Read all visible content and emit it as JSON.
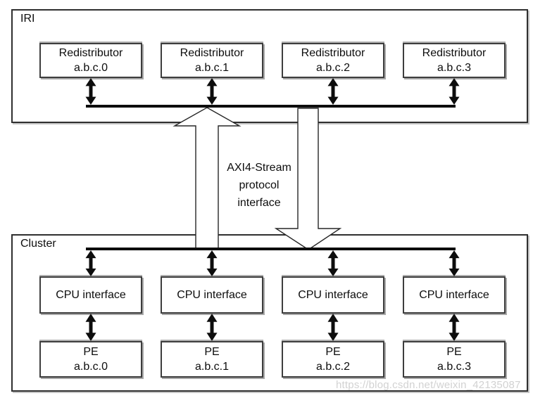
{
  "iri": {
    "label": "IRI",
    "redistributors": [
      {
        "title": "Redistributor",
        "sub": "a.b.c.0"
      },
      {
        "title": "Redistributor",
        "sub": "a.b.c.1"
      },
      {
        "title": "Redistributor",
        "sub": "a.b.c.2"
      },
      {
        "title": "Redistributor",
        "sub": "a.b.c.3"
      }
    ]
  },
  "interconnect": {
    "label_line1": "AXI4-Stream",
    "label_line2": "protocol",
    "label_line3": "interface"
  },
  "cluster": {
    "label": "Cluster",
    "cpu_interfaces": [
      "CPU interface",
      "CPU interface",
      "CPU interface",
      "CPU interface"
    ],
    "pes": [
      {
        "title": "PE",
        "sub": "a.b.c.0"
      },
      {
        "title": "PE",
        "sub": "a.b.c.1"
      },
      {
        "title": "PE",
        "sub": "a.b.c.2"
      },
      {
        "title": "PE",
        "sub": "a.b.c.3"
      }
    ]
  },
  "watermark": "https://blog.csdn.net/weixin_42135087",
  "colors": {
    "line": "#0d0d0d",
    "box_border": "#3d3d3d",
    "outer_border": "#2f2f2f",
    "watermark": "#d2d2d2",
    "background": "#ffffff"
  }
}
